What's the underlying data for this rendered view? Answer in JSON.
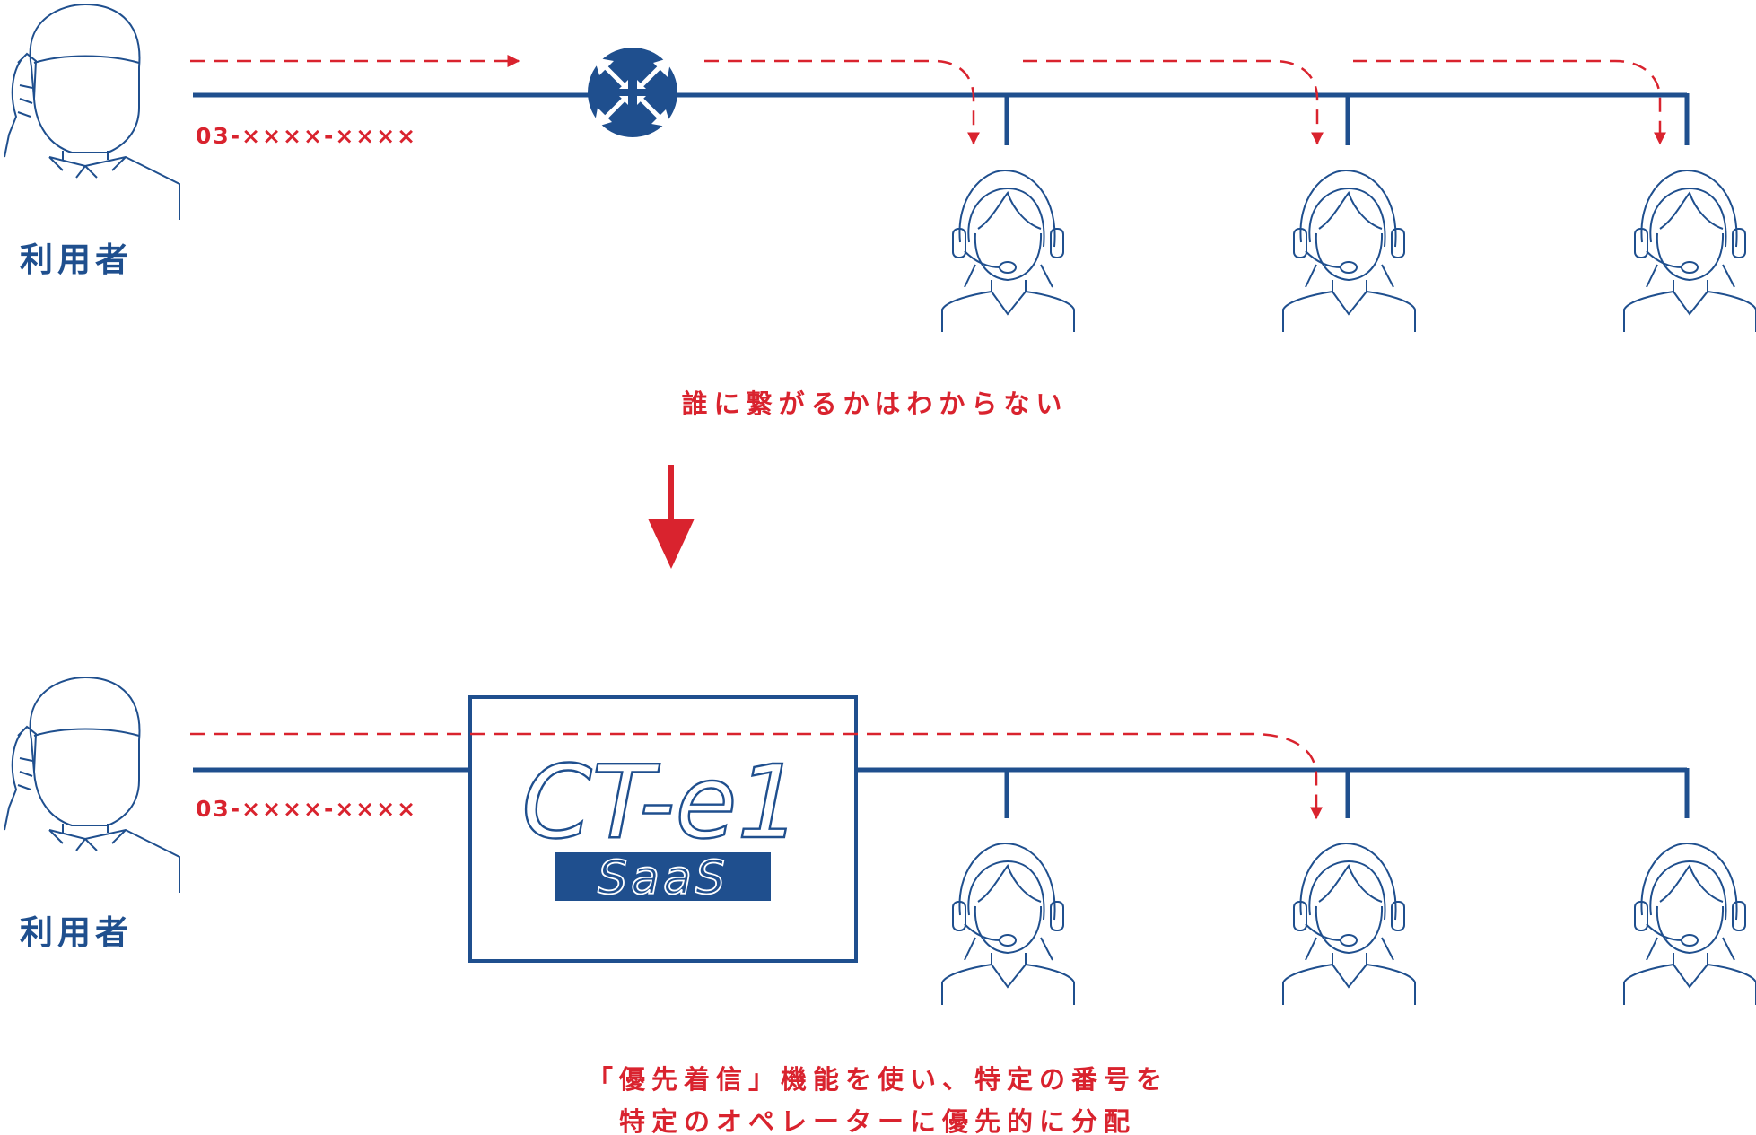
{
  "colors": {
    "blue": "#1f4f8e",
    "red": "#d9232e"
  },
  "top": {
    "user_label": "利用者",
    "phone": "03-××××-××××",
    "caption": "誰に繋がるかはわからない"
  },
  "bottom": {
    "user_label": "利用者",
    "phone": "03-××××-××××",
    "logo_main": "CT-e1",
    "logo_sub": "SaaS",
    "caption_line1": "「優先着信」機能を使い、特定の番号を",
    "caption_line2": "特定のオペレーターに優先的に分配"
  },
  "icons": [
    "caller-icon",
    "router-icon",
    "operator-icon",
    "down-arrow-icon"
  ]
}
